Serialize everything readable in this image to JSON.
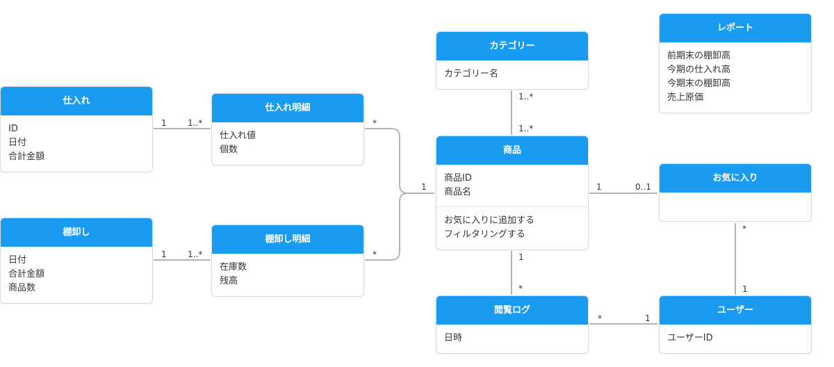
{
  "entities": {
    "shiire": {
      "title": "仕入れ",
      "attributes": [
        "ID",
        "日付",
        "合計金額"
      ]
    },
    "shiire_meisai": {
      "title": "仕入れ明細",
      "attributes": [
        "仕入れ値",
        "個数"
      ]
    },
    "tanaoroshi": {
      "title": "棚卸し",
      "attributes": [
        "日付",
        "合計金額",
        "商品数"
      ]
    },
    "tanaoroshi_meisai": {
      "title": "棚卸し明細",
      "attributes": [
        "在庫数",
        "残高"
      ]
    },
    "category": {
      "title": "カテゴリー",
      "attributes": [
        "カテゴリー名"
      ]
    },
    "shohin": {
      "title": "商品",
      "attributes": [
        "商品ID",
        "商品名"
      ],
      "operations": [
        "お気に入りに追加する",
        "フィルタリングする"
      ]
    },
    "report": {
      "title": "レポート",
      "attributes": [
        "前期末の棚卸高",
        "今期の仕入れ高",
        "今期末の棚卸高",
        "売上原価"
      ]
    },
    "okiniiri": {
      "title": "お気に入り",
      "attributes": []
    },
    "etsuran_log": {
      "title": "閲覧ログ",
      "attributes": [
        "日時"
      ]
    },
    "user": {
      "title": "ユーザー",
      "attributes": [
        "ユーザーID"
      ]
    }
  },
  "relationships": [
    {
      "from": "仕入れ",
      "to": "仕入れ明細",
      "from_mult": "1",
      "to_mult": "1..*"
    },
    {
      "from": "棚卸し",
      "to": "棚卸し明細",
      "from_mult": "1",
      "to_mult": "1..*"
    },
    {
      "from": "仕入れ明細",
      "to": "商品",
      "from_mult": "*",
      "to_mult": "1"
    },
    {
      "from": "棚卸し明細",
      "to": "商品",
      "from_mult": "*",
      "to_mult": "1"
    },
    {
      "from": "カテゴリー",
      "to": "商品",
      "from_mult": "1..*",
      "to_mult": "1..*"
    },
    {
      "from": "商品",
      "to": "お気に入り",
      "from_mult": "1",
      "to_mult": "0..1"
    },
    {
      "from": "商品",
      "to": "閲覧ログ",
      "from_mult": "1",
      "to_mult": "*"
    },
    {
      "from": "お気に入り",
      "to": "ユーザー",
      "from_mult": "*",
      "to_mult": "1"
    },
    {
      "from": "閲覧ログ",
      "to": "ユーザー",
      "from_mult": "*",
      "to_mult": "1"
    }
  ],
  "colors": {
    "header": "#1a9bf2",
    "line": "#b3b3b3"
  }
}
